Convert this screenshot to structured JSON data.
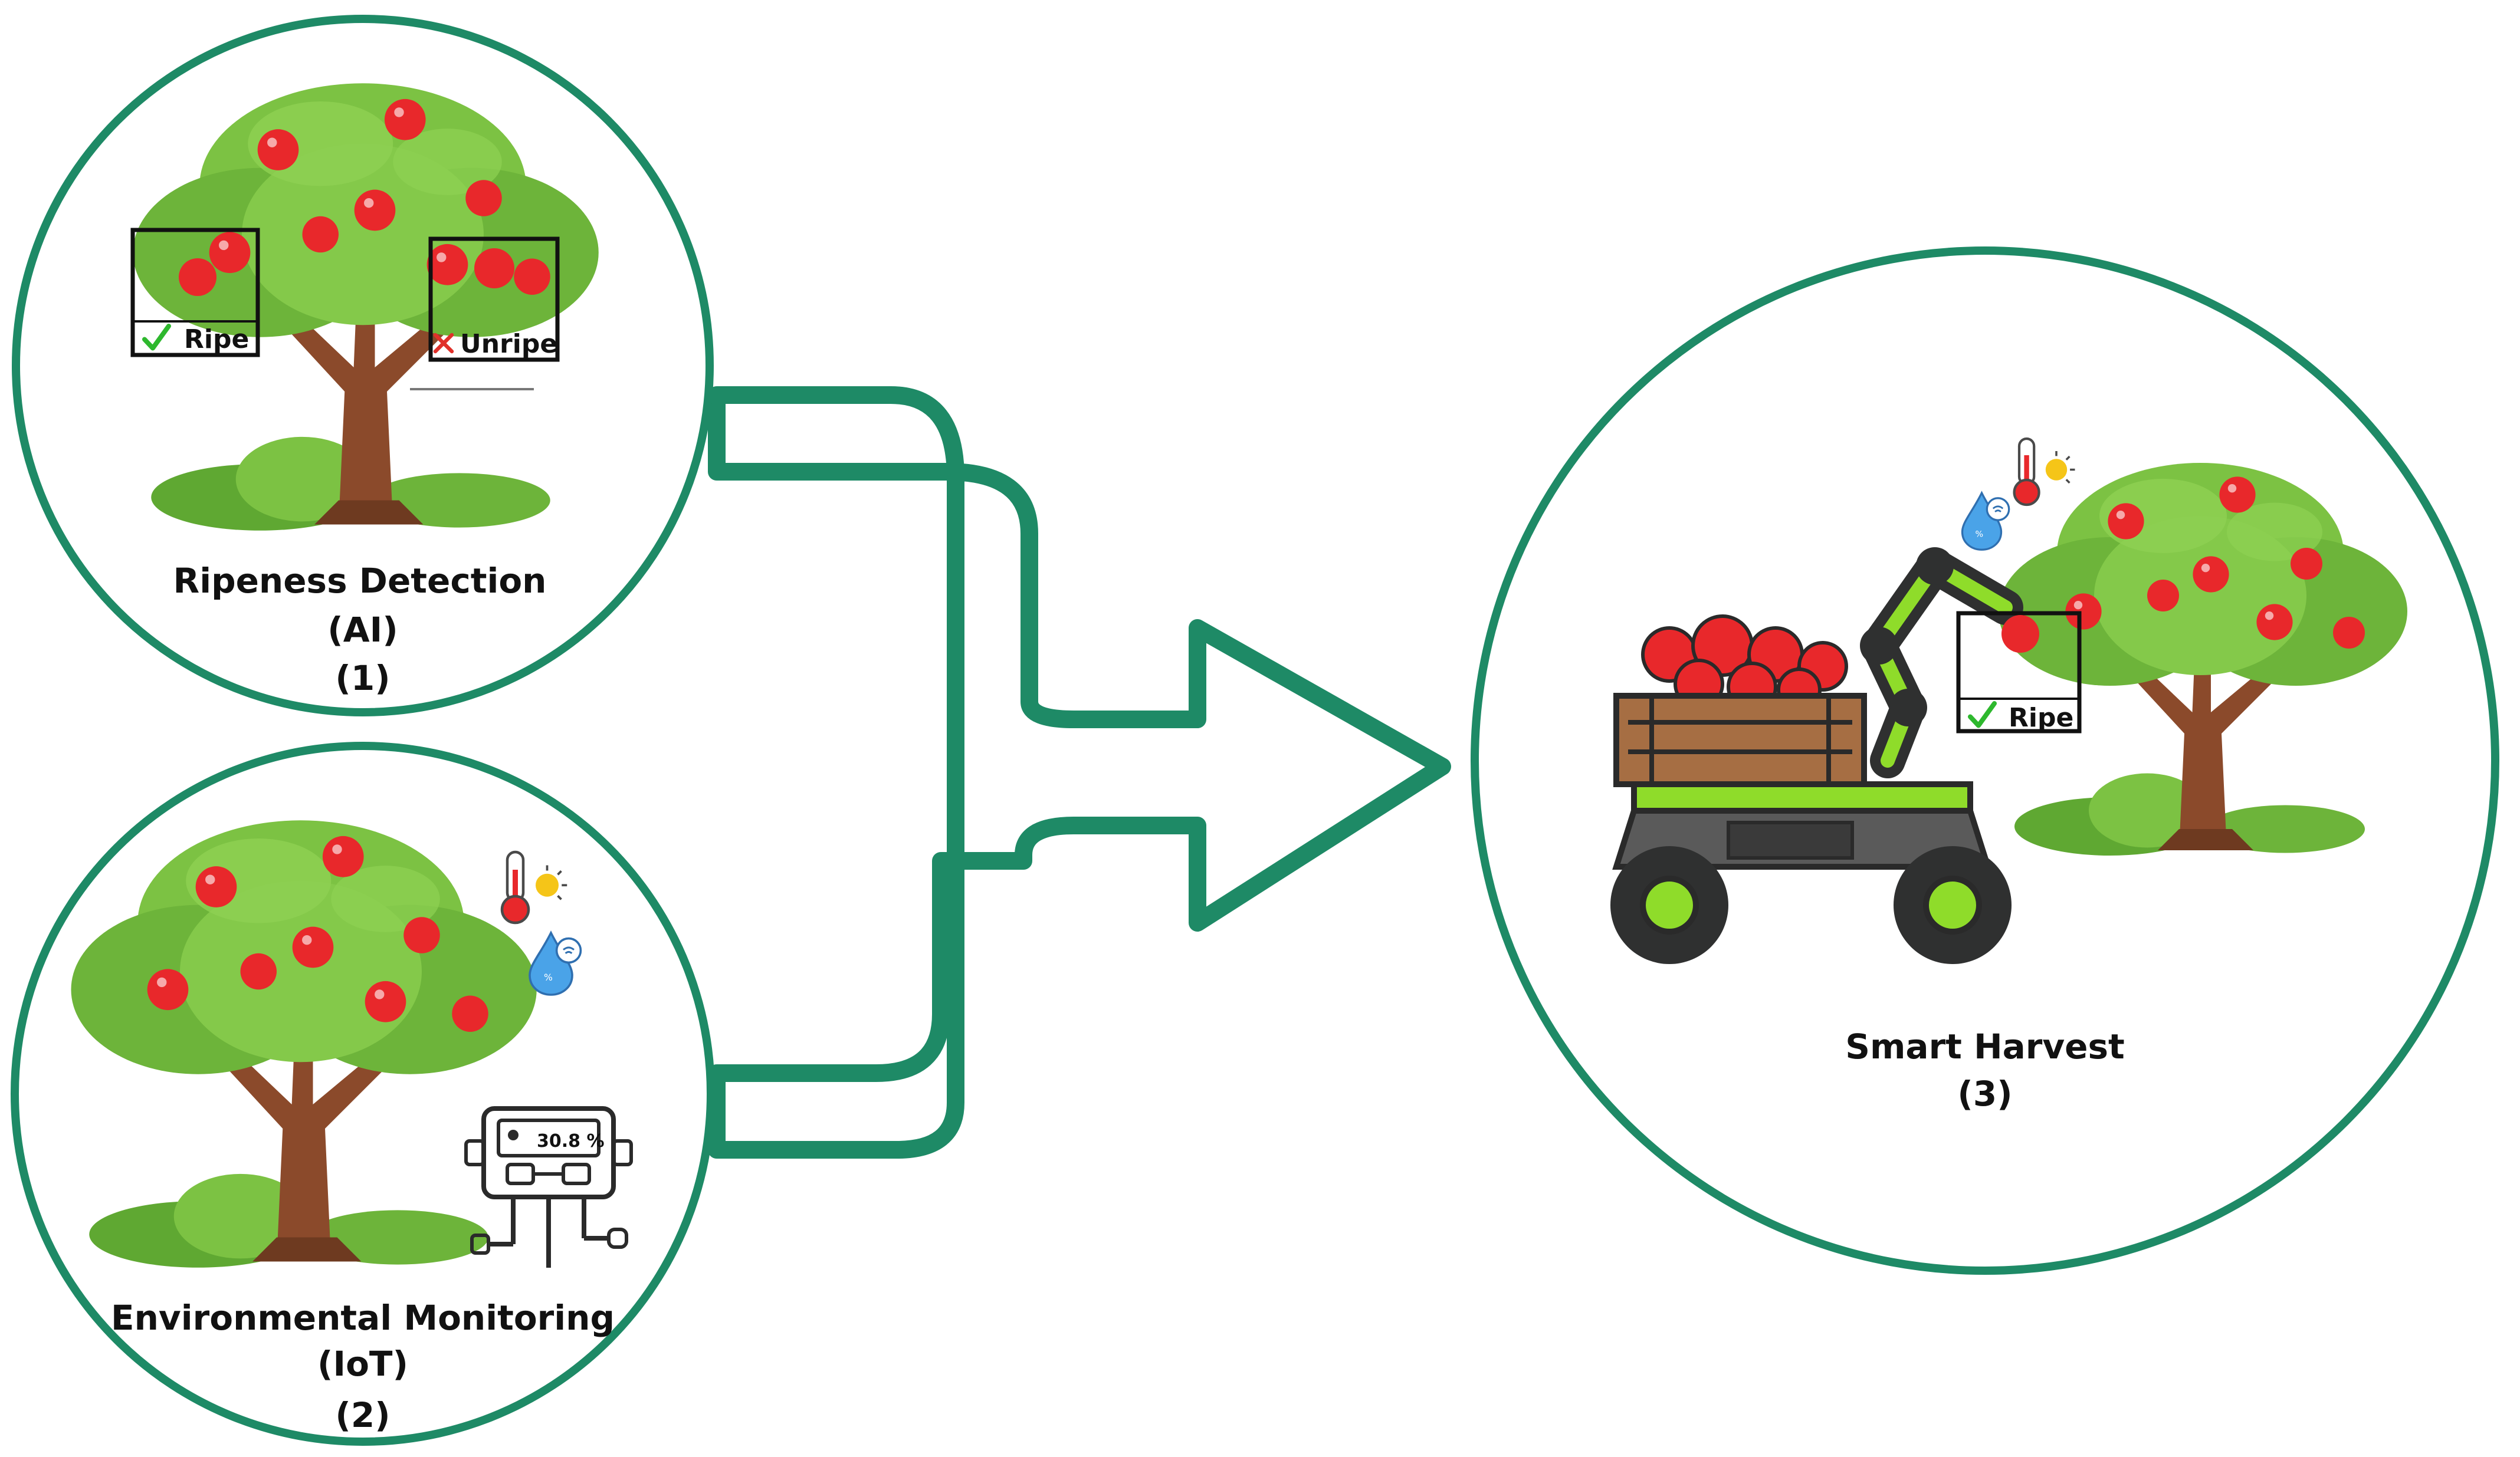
{
  "colors": {
    "ring": "#1e8a66",
    "connector": "#1e8a66",
    "apple": "#e8282b",
    "foliage": "#7cc243",
    "foliage_dark": "#5fa832",
    "trunk": "#8b4a2b",
    "ripe_check": "#2eb82e",
    "unripe_cross": "#e0302a",
    "robot_green": "#8fdc2a",
    "robot_body": "#2f3030",
    "crate": "#a66e43"
  },
  "icons": [
    "thermometer-sun-icon",
    "humidity-drop-icon",
    "soil-sensor-icon",
    "harvest-robot-icon",
    "apple-tree-icon"
  ],
  "nodes": {
    "ripeness": {
      "title": "Ripeness Detection",
      "subtitle": "(AI)",
      "number": "(1)"
    },
    "environment": {
      "title": "Environmental Monitoring",
      "subtitle": "(IoT)",
      "number": "(2)"
    },
    "harvest": {
      "title": "Smart Harvest",
      "number": "(3)"
    }
  },
  "detections": {
    "ripe": "Ripe",
    "unripe": "Unripe"
  },
  "sensor": {
    "reading": "30.8 %"
  }
}
